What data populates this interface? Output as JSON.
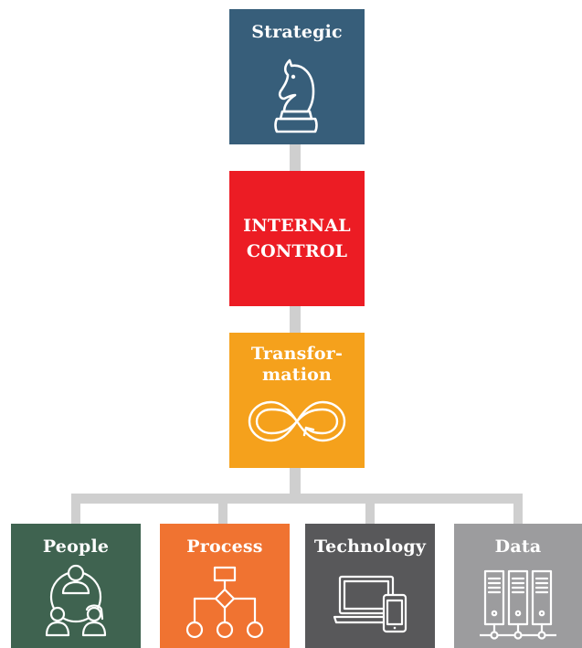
{
  "nodes": {
    "strategic": {
      "label": "Strategic",
      "color": "#375e7a",
      "icon": "chess-knight-icon"
    },
    "internal_control": {
      "line1": "INTERNAL",
      "line2": "CONTROL",
      "color": "#ec1c24"
    },
    "transformation": {
      "line1": "Transfor-",
      "line2": "mation",
      "color": "#f5a11c",
      "icon": "infinity-arrows-icon"
    },
    "people": {
      "label": "People",
      "color": "#3f6350",
      "icon": "people-network-icon"
    },
    "process": {
      "label": "Process",
      "color": "#f07331",
      "icon": "process-flowchart-icon"
    },
    "technology": {
      "label": "Technology",
      "color": "#58585a",
      "icon": "laptop-tablet-icon"
    },
    "data": {
      "label": "Data",
      "color": "#9c9c9e",
      "icon": "server-racks-icon"
    }
  },
  "connector_color": "#cfcfcf"
}
